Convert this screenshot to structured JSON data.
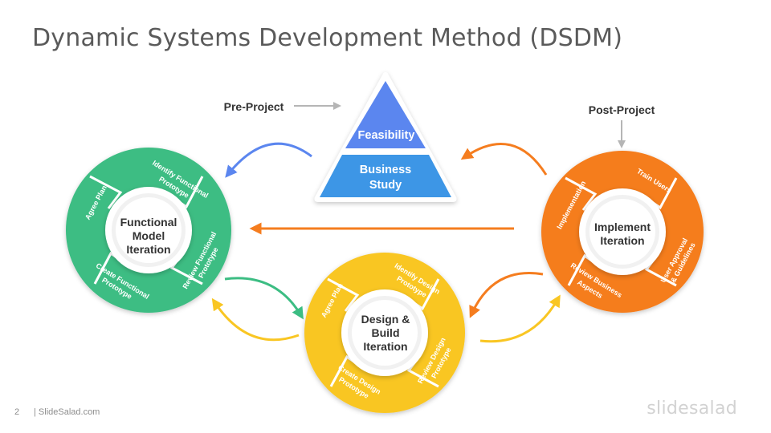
{
  "title": "Dynamic Systems Development Method (DSDM)",
  "colors": {
    "green": "#3cbd83",
    "yellow": "#f9c623",
    "orange": "#f57d1f",
    "blue_top": "#5b86ef",
    "blue_bottom": "#3d96e6",
    "label": "#333333",
    "arrow_gray": "#b5b5b5"
  },
  "pyramid": {
    "top_label": "Feasibility",
    "bottom_label_1": "Business",
    "bottom_label_2": "Study"
  },
  "pre_project": {
    "label": "Pre-Project"
  },
  "post_project": {
    "label": "Post-Project"
  },
  "cycles": {
    "functional": {
      "center_1": "Functional",
      "center_2": "Model",
      "center_3": "Iteration",
      "seg_1": "Agree Plan",
      "seg_2a": "Identify Functional",
      "seg_2b": "Prototype",
      "seg_3a": "Review Functional",
      "seg_3b": "Prototype",
      "seg_4a": "Create Functional",
      "seg_4b": "Prototype"
    },
    "design": {
      "center_1": "Design &",
      "center_2": "Build",
      "center_3": "Iteration",
      "seg_1": "Agree Plan",
      "seg_2a": "Identify Design",
      "seg_2b": "Prototype",
      "seg_3a": "Review Design",
      "seg_3b": "Prototype",
      "seg_4a": "Create Design",
      "seg_4b": "Prototype"
    },
    "implement": {
      "center_1": "Implement",
      "center_2": "Iteration",
      "seg_1": "Implementation",
      "seg_2": "Train Users",
      "seg_3a": "User Approval",
      "seg_3b": "& Guidelines",
      "seg_4a": "Review Business",
      "seg_4b": "Aspects"
    }
  },
  "footer": {
    "page_number": "2",
    "site": "| SlideSalad.com",
    "brand": "slidesalad"
  }
}
